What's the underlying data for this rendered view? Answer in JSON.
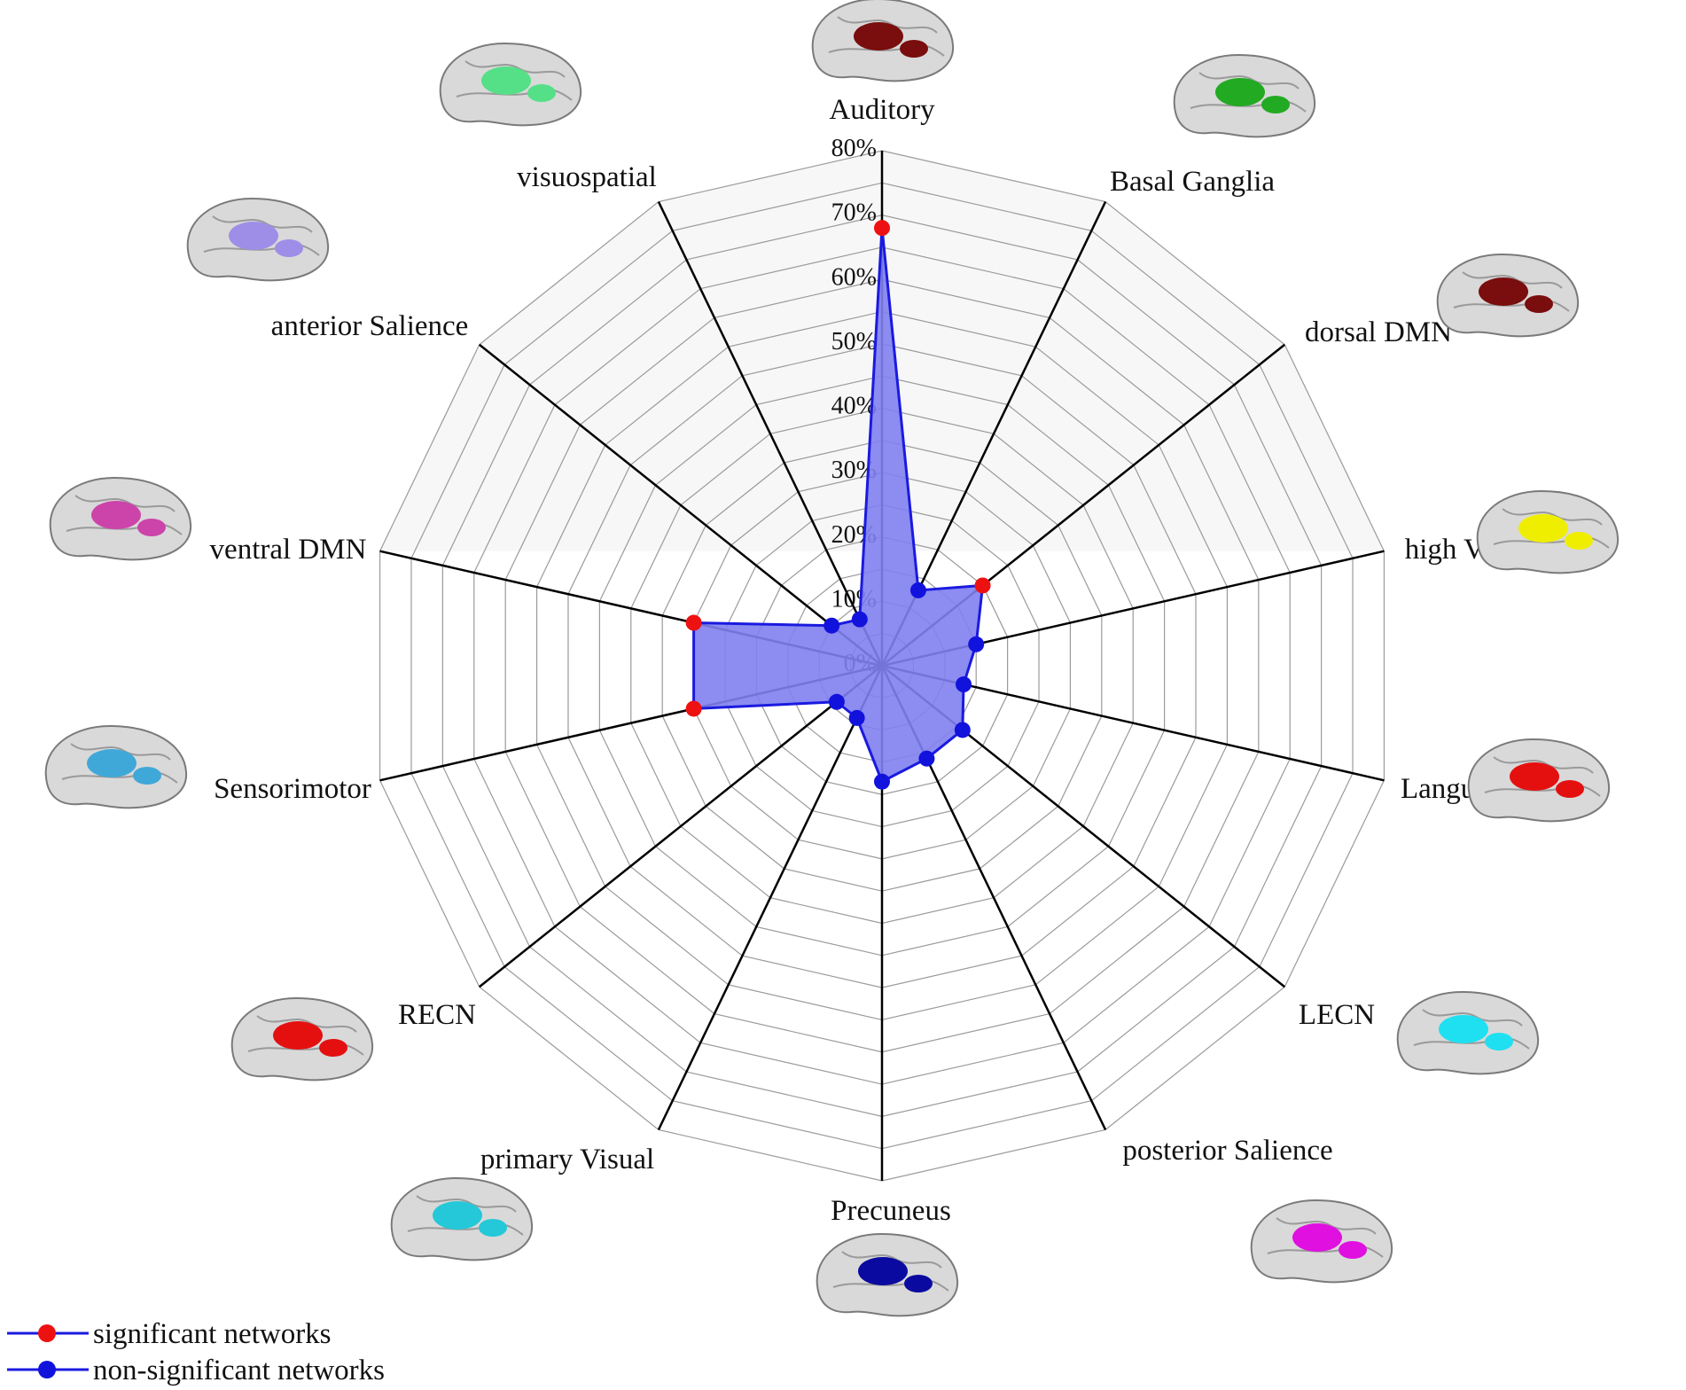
{
  "chart_data": {
    "type": "radar",
    "axis_max": 80,
    "tick_labels": [
      "0%",
      "10%",
      "20%",
      "30%",
      "40%",
      "50%",
      "60%",
      "70%",
      "80%"
    ],
    "categories": [
      "Auditory",
      "Basal Ganglia",
      "dorsal DMN",
      "high Visual",
      "Language",
      "LECN",
      "posterior Salience",
      "Precuneus",
      "primary Visual",
      "RECN",
      "Sensorimotor",
      "ventral DMN",
      "anterior Salience",
      "visuospatial"
    ],
    "values": [
      68,
      13,
      20,
      15,
      13,
      16,
      16,
      18,
      9,
      9,
      30,
      30,
      10,
      8
    ],
    "significant": [
      true,
      false,
      true,
      false,
      false,
      false,
      false,
      false,
      false,
      false,
      true,
      true,
      false,
      false
    ],
    "colors": {
      "fill": "#7f7ff0",
      "line": "#1a1ae0",
      "significant_marker": "#ee1111",
      "nonsignificant_marker": "#1212dd",
      "spoke": "#000000",
      "grid": "#9a9a9a"
    },
    "brain_icons": [
      {
        "network": "Auditory",
        "highlight": "#7a0d0d"
      },
      {
        "network": "Basal Ganglia",
        "highlight": "#22aa22"
      },
      {
        "network": "dorsal DMN",
        "highlight": "#7a0d0d"
      },
      {
        "network": "high Visual",
        "highlight": "#f0ee00"
      },
      {
        "network": "Language",
        "highlight": "#e41010"
      },
      {
        "network": "LECN",
        "highlight": "#1fe0f0"
      },
      {
        "network": "posterior Salience",
        "highlight": "#e010e0"
      },
      {
        "network": "Precuneus",
        "highlight": "#0a0aa0"
      },
      {
        "network": "primary Visual",
        "highlight": "#25c8d8"
      },
      {
        "network": "RECN",
        "highlight": "#e41010"
      },
      {
        "network": "Sensorimotor",
        "highlight": "#40a8d8"
      },
      {
        "network": "ventral DMN",
        "highlight": "#cc44aa"
      },
      {
        "network": "anterior Salience",
        "highlight": "#9f8ee8"
      },
      {
        "network": "visuospatial",
        "highlight": "#55e088"
      }
    ],
    "legend": [
      {
        "label": "significant networks",
        "marker": "#ee1111"
      },
      {
        "label": "non-significant networks",
        "marker": "#1212dd"
      }
    ]
  }
}
